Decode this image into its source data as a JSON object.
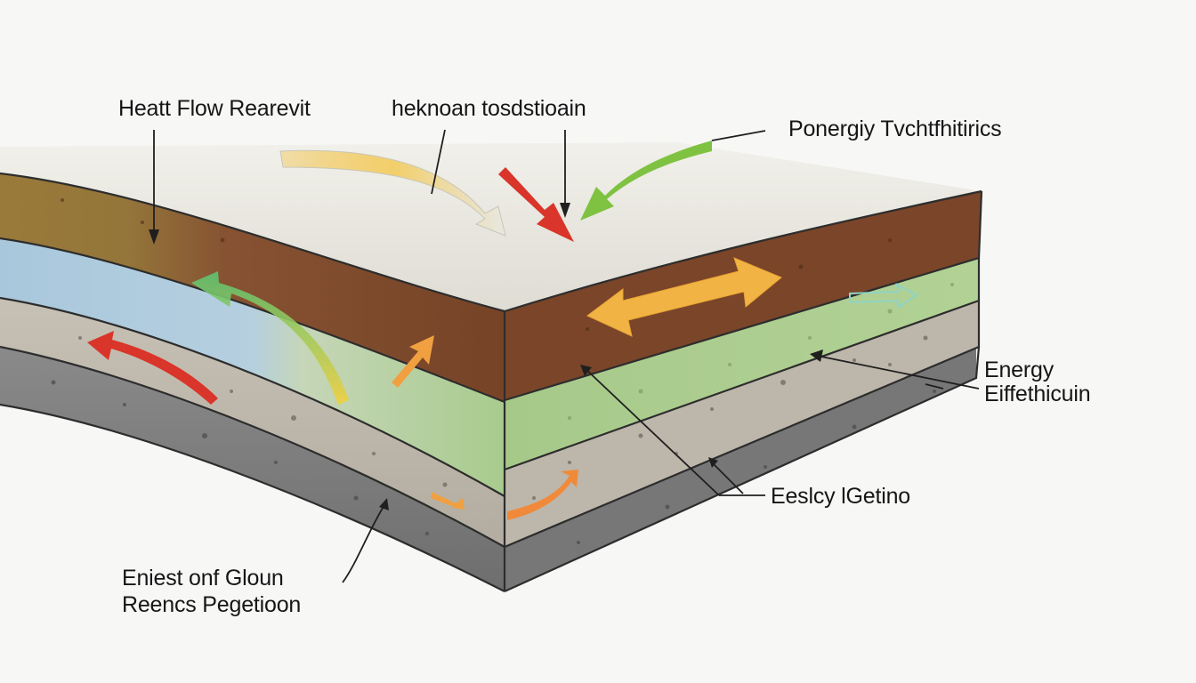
{
  "labels": {
    "heat_flow": "Heatt Flow Rearevit",
    "top_center": "heknoan tosdstioain",
    "top_right": "Ponergiy Tvchtfhitirics",
    "right_upper_line1": "Energy",
    "right_upper_line2": "Eiffethicuin",
    "right_lower": "Eeslcy lGetino",
    "bottom_left_line1": "Eniest onf Gloun",
    "bottom_left_line2": "Reencs Pegetioon"
  },
  "layers": [
    {
      "name": "surface",
      "color": "#e9e8e2"
    },
    {
      "name": "brown",
      "color": "#7f4a2c"
    },
    {
      "name": "blue",
      "color": "#a9c6db"
    },
    {
      "name": "green",
      "color": "#a6c98a"
    },
    {
      "name": "gravel",
      "color": "#bdb7ab"
    },
    {
      "name": "bedrock",
      "color": "#7c7c7c"
    }
  ],
  "arrow_colors": {
    "yellow": "#f3c34a",
    "red": "#d9352a",
    "green": "#7fc241",
    "orange": "#f0a040",
    "teal": "#8fd3c4"
  }
}
